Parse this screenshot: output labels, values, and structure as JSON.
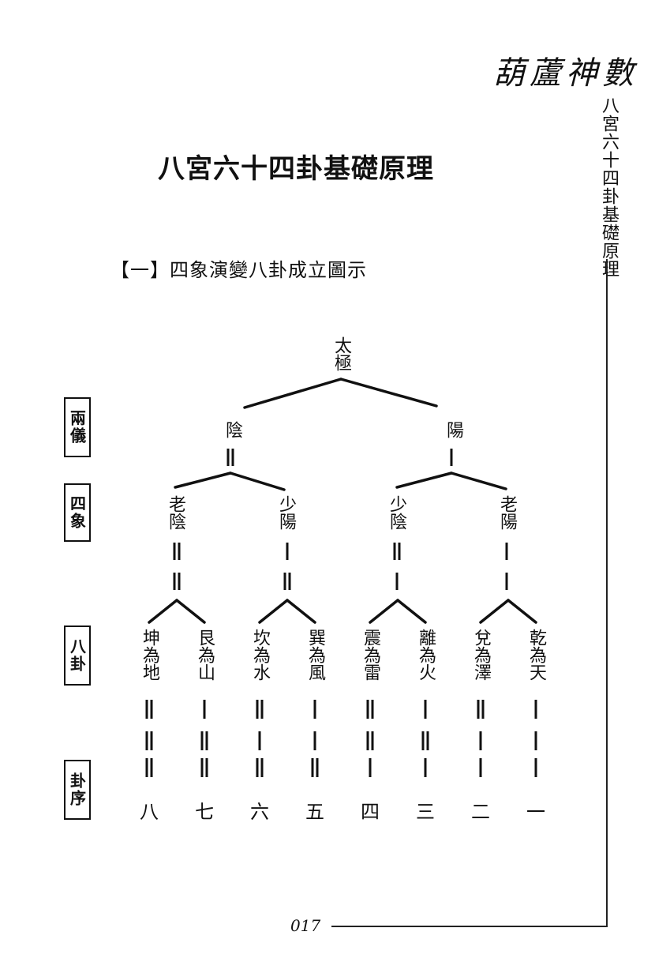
{
  "header": {
    "book_title": "葫蘆神數",
    "side_title": "八宮六十四卦基礎原理",
    "page_number": "017"
  },
  "main": {
    "title": "八宮六十四卦基礎原理",
    "section_heading": "【一】四象演變八卦成立圖示"
  },
  "row_labels": {
    "liangyi": "兩儀",
    "sixiang": "四象",
    "bagua": "八卦",
    "guaxu": "卦序"
  },
  "tree": {
    "root": "太極",
    "liangyi": [
      {
        "label": "陰",
        "symbol": [
          "yin"
        ]
      },
      {
        "label": "陽",
        "symbol": [
          "yang"
        ]
      }
    ],
    "sixiang": [
      {
        "label": "老陰",
        "symbol": [
          "yin",
          "yin"
        ]
      },
      {
        "label": "少陽",
        "symbol": [
          "yang",
          "yin"
        ]
      },
      {
        "label": "少陰",
        "symbol": [
          "yin",
          "yang"
        ]
      },
      {
        "label": "老陽",
        "symbol": [
          "yang",
          "yang"
        ]
      }
    ],
    "bagua": [
      {
        "label": "坤為地",
        "lines": [
          "yin",
          "yin",
          "yin"
        ],
        "order": "八"
      },
      {
        "label": "艮為山",
        "lines": [
          "yang",
          "yin",
          "yin"
        ],
        "order": "七"
      },
      {
        "label": "坎為水",
        "lines": [
          "yin",
          "yang",
          "yin"
        ],
        "order": "六"
      },
      {
        "label": "巽為風",
        "lines": [
          "yang",
          "yang",
          "yin"
        ],
        "order": "五"
      },
      {
        "label": "震為雷",
        "lines": [
          "yin",
          "yin",
          "yang"
        ],
        "order": "四"
      },
      {
        "label": "離為火",
        "lines": [
          "yang",
          "yin",
          "yang"
        ],
        "order": "三"
      },
      {
        "label": "兌為澤",
        "lines": [
          "yin",
          "yang",
          "yang"
        ],
        "order": "二"
      },
      {
        "label": "乾為天",
        "lines": [
          "yang",
          "yang",
          "yang"
        ],
        "order": "一"
      }
    ]
  }
}
